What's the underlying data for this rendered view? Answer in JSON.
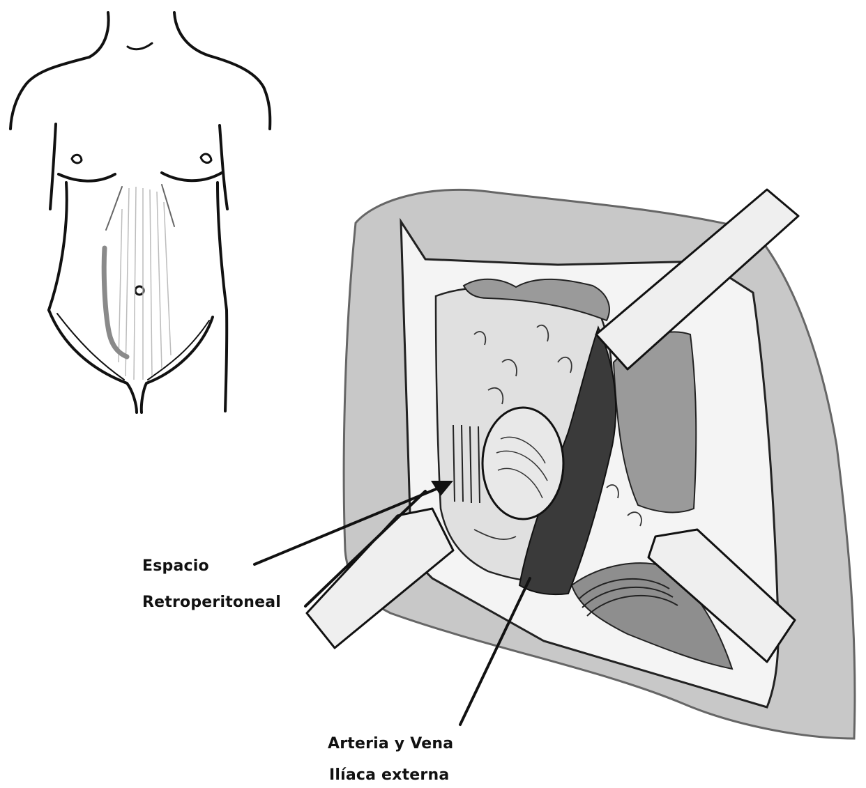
{
  "labels": {
    "retroperitoneal_line1": "Espacio",
    "retroperitoneal_line2": "Retroperitoneal",
    "iliac_line1": "Arteria y Vena",
    "iliac_line2": "Ilíaca externa"
  },
  "colors": {
    "ink": "#111111",
    "skin_frame": "#c8c8c8",
    "dark_tissue": "#8e8e8e",
    "light_tissue": "#e6e6e6",
    "vessel": "#3a3a3a",
    "incision": "#8a8a8a",
    "retractor": "#efefef"
  }
}
